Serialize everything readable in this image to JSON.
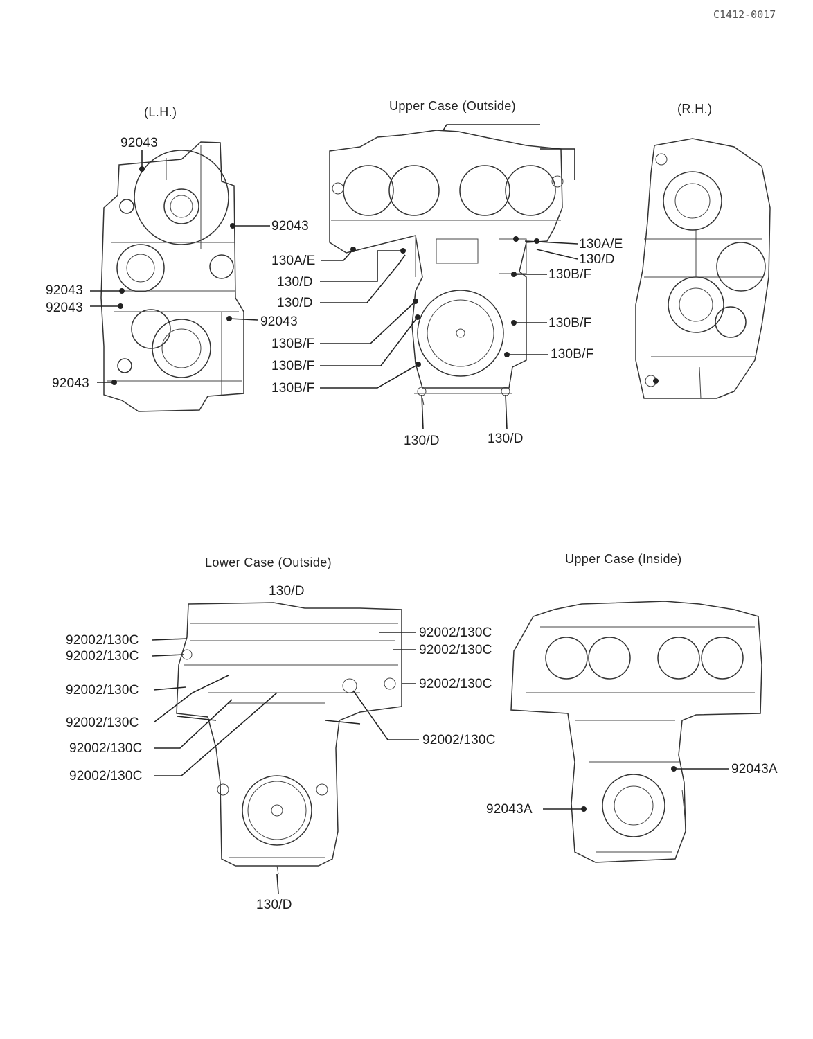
{
  "doc_id": "C1412-0017",
  "views": {
    "lh": {
      "title": "(L.H.)"
    },
    "upper_outside": {
      "title": "Upper Case (Outside)"
    },
    "rh": {
      "title": "(R.H.)"
    },
    "lower_outside": {
      "title": "Lower Case (Outside)"
    },
    "upper_inside": {
      "title": "Upper Case (Inside)"
    }
  },
  "labels": {
    "lh_1": "92043",
    "lh_2": "92043",
    "lh_3": "92043",
    "lh_4": "92043",
    "lh_5": "92043",
    "lh_6": "92043",
    "uo_1": "130A/E",
    "uo_2": "130/D",
    "uo_3": "130A/E",
    "uo_4": "130/D",
    "uo_5": "130B/F",
    "uo_6": "130/D",
    "uo_7": "130B/F",
    "uo_8": "130B/F",
    "uo_9": "130B/F",
    "uo_10": "130B/F",
    "uo_11": "130B/F",
    "uo_12": "130/D",
    "uo_13": "130/D",
    "lo_top": "130/D",
    "lo_1": "92002/130C",
    "lo_2": "92002/130C",
    "lo_3": "92002/130C",
    "lo_4": "92002/130C",
    "lo_5": "92002/130C",
    "lo_6": "92002/130C",
    "lo_7": "92002/130C",
    "lo_8": "92002/130C",
    "lo_9": "92002/130C",
    "lo_10": "92002/130C",
    "lo_bottom": "130/D",
    "ui_1": "92043A",
    "ui_2": "92043A"
  },
  "colors": {
    "ink": "#1c1c1c",
    "paper": "#ffffff"
  }
}
